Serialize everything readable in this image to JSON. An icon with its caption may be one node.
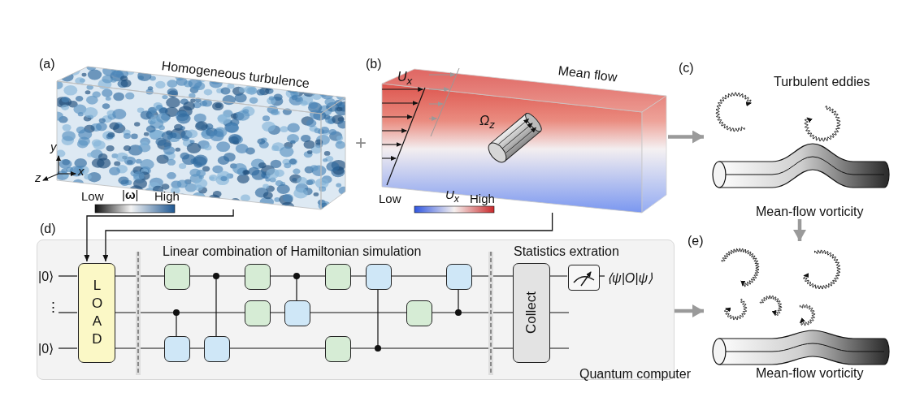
{
  "diagram": {
    "nodes": [
      {
        "text": [
          "Homogeneous turbulence"
        ],
        "beside": [
          "(a)"
        ]
      },
      {
        "text": [
          "Mean flow"
        ],
        "beside": [
          "(b)"
        ]
      },
      {
        "text": [
          "Turbulent eddies",
          "Mean-flow vorticity"
        ],
        "beside": [
          "(c)"
        ]
      },
      {
        "text": [
          "Quantum computer"
        ],
        "beside": [
          "(d)"
        ]
      },
      {
        "text": [
          "LOAD"
        ],
        "in": 3
      },
      {
        "text": [],
        "shape": "box",
        "in": 3
      },
      {
        "text": [],
        "shape": "box",
        "in": 3
      },
      {
        "text": [],
        "shape": "box",
        "in": 3
      },
      {
        "text": [],
        "shape": "box",
        "in": 3
      },
      {
        "text": [],
        "shape": "box",
        "in": 3
      },
      {
        "text": [],
        "shape": "box",
        "in": 3
      },
      {
        "text": [],
        "shape": "box",
        "in": 3
      },
      {
        "text": [],
        "shape": "box",
        "in": 3
      },
      {
        "text": [],
        "shape": "box",
        "in": 3
      },
      {
        "text": [],
        "shape": "box",
        "in": 3
      },
      {
        "text": [],
        "shape": "box",
        "in": 3
      },
      {
        "text": [
          "Collect"
        ],
        "in": 3
      },
      {
        "text": [],
        "shape": "box",
        "in": 3,
        "beside": [
          "⟨ψ|O|ψ⟩"
        ]
      },
      {
        "text": [
          "Mean-flow vorticity"
        ],
        "beside": [
          "(e)"
        ]
      }
    ],
    "edges": [
      {
        "from": 0,
        "to": 4,
        "arrow": "to",
        "color": "#111111"
      },
      {
        "from": 1,
        "to": 4,
        "arrow": "to",
        "color": "#111111"
      },
      {
        "from": 1,
        "to": 2,
        "arrow": "to"
      },
      {
        "from": 2,
        "to": 18,
        "arrow": "to"
      },
      {
        "from": 3,
        "to": 18,
        "arrow": "to"
      }
    ],
    "labels": [
      "+",
      "y",
      "z",
      "x",
      "Low",
      "|**ω**|",
      "High",
      "U$_{x}$",
      "Ω$_{z}$",
      "Low",
      "U$_{x}$",
      "High",
      "|0⟩",
      "⋮",
      "|0⟩",
      "Linear combination of Hamiltonian simulation",
      "Statistics extration"
    ]
  }
}
